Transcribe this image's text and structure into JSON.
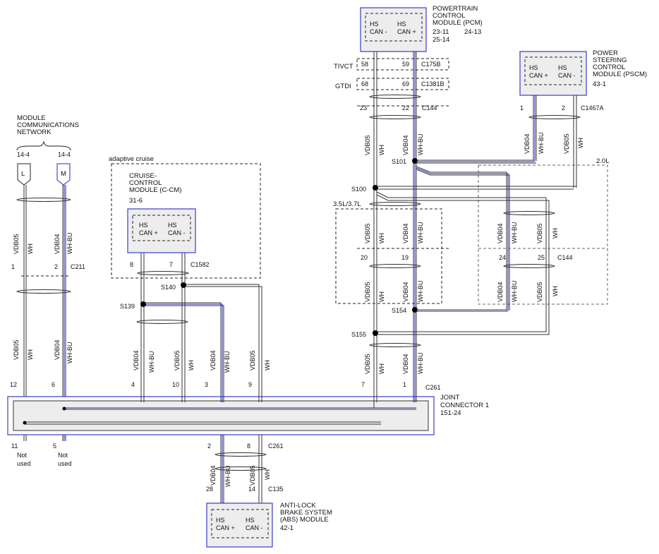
{
  "modules": {
    "pcm": {
      "name1": "POWERTRAIN",
      "name2": "CONTROL",
      "name3": "MODULE (PCM)",
      "ref1": "23-11",
      "ref2": "24-13",
      "ref3": "25-14",
      "pin_a": "HS",
      "pin_a2": "CAN -",
      "pin_b": "HS",
      "pin_b2": "CAN +"
    },
    "pscm": {
      "name1": "POWER",
      "name2": "STEERING",
      "name3": "CONTROL",
      "name4": "MODULE (PSCM)",
      "ref": "43-1",
      "pin_a": "HS",
      "pin_a2": "CAN +",
      "pin_b": "HS",
      "pin_b2": "CAN -"
    },
    "ccm": {
      "name1": "CRUISE-",
      "name2": "CONTROL",
      "name3": "MODULE (C-CM)",
      "ref": "31-6",
      "pin_a": "HS",
      "pin_a2": "CAN +",
      "pin_b": "HS",
      "pin_b2": "CAN -"
    },
    "abs": {
      "name1": "ANTI-LOCK",
      "name2": "BRAKE SYSTEM",
      "name3": "(ABS) MODULE",
      "ref": "42-1",
      "pin_a": "HS",
      "pin_a2": "CAN +",
      "pin_b": "HS",
      "pin_b2": "CAN -"
    },
    "joint": {
      "name1": "JOINT",
      "name2": "CONNECTOR 1",
      "ref": "151-24"
    },
    "mcn": {
      "name1": "MODULE",
      "name2": "COMMUNICATIONS",
      "name3": "NETWORK",
      "ref_l": "14-4",
      "ref_m": "14-4",
      "letter_l": "L",
      "letter_m": "M"
    }
  },
  "regions": {
    "adaptive": "adaptive cruise",
    "v6": "3.5L/3.7L",
    "i4": "2.0L",
    "tivct": "TIVCT",
    "gtdi": "GTDI"
  },
  "connectors": {
    "c175b": "C175B",
    "c1381b": "C1381B",
    "c144_top": "C144",
    "c1467a": "C1467A",
    "c211": "C211",
    "c1582": "C1582",
    "c144_mid": "C144",
    "c261_top": "C261",
    "c261_bot": "C261",
    "c135": "C135"
  },
  "splices": {
    "s101": "S101",
    "s100": "S100",
    "s154": "S154",
    "s155": "S155",
    "s140": "S140",
    "s139": "S139"
  },
  "pins": {
    "p58a": "58",
    "p59": "59",
    "p58b": "68",
    "p69": "69",
    "p23": "23",
    "p22": "22",
    "p1": "1",
    "p2": "2",
    "m1": "1",
    "m2": "2",
    "c8": "8",
    "c7": "7",
    "p20": "20",
    "p19": "19",
    "p24": "24",
    "p25": "25",
    "j12": "12",
    "j6": "6",
    "j4": "4",
    "j10": "10",
    "j3": "3",
    "j9": "9",
    "j7": "7",
    "j1": "1",
    "j11": "11",
    "j5": "5",
    "a2": "2",
    "a8": "8",
    "a28": "28",
    "a14": "14"
  },
  "circuits": {
    "vdb05": "VDB05",
    "vdb04": "VDB04",
    "wh": "WH",
    "whbu": "WH-BU"
  },
  "notes": {
    "not": "Not",
    "used": "used"
  }
}
